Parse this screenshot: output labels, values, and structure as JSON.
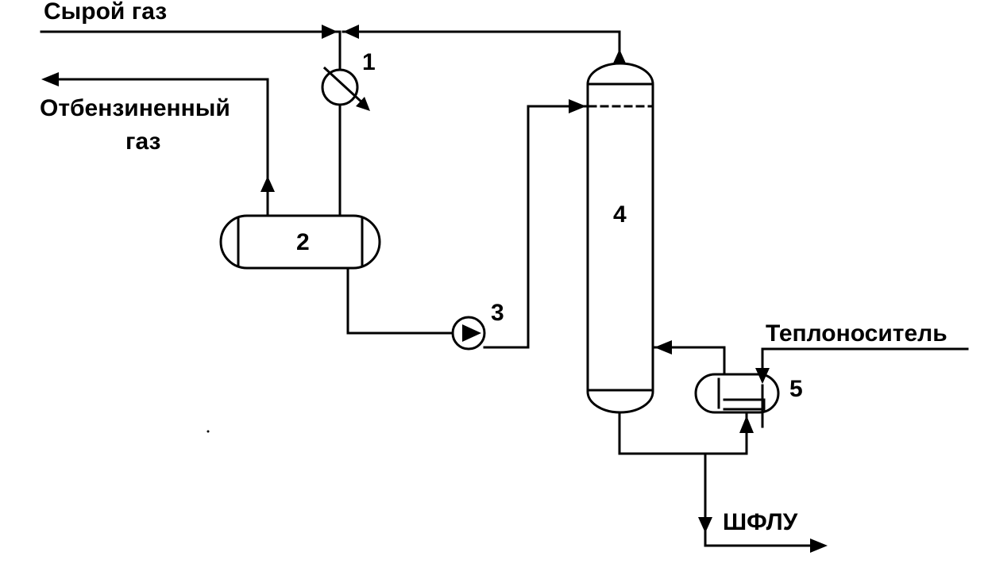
{
  "labels": {
    "raw_gas": "Сырой газ",
    "stripped_gas_line1": "Отбензиненный",
    "stripped_gas_line2": "газ",
    "heat_carrier": "Теплоноситель",
    "ngl": "ШФЛУ"
  },
  "equipment_numbers": {
    "cooler": "1",
    "separator": "2",
    "pump": "3",
    "column": "4",
    "reboiler": "5"
  }
}
